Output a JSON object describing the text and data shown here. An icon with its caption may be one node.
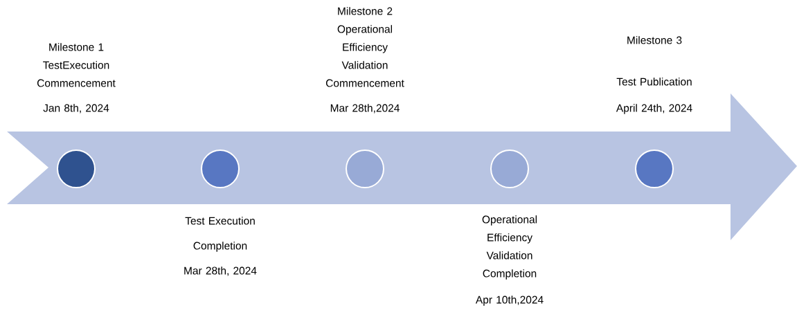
{
  "diagram": {
    "nodes": [
      {
        "text": [],
        "shape": "circle",
        "beside": [
          "Milestone 1 TestExecution Commencement",
          "Jan 8th, 2024"
        ]
      },
      {
        "text": [],
        "shape": "circle",
        "beside": [
          "Test Execution",
          "Completion",
          "Mar 28th, 2024"
        ]
      },
      {
        "text": [],
        "shape": "circle",
        "beside": [
          "Milestone 2 Operational Efficiency Validation Commencement",
          "Mar 28th,2024"
        ]
      },
      {
        "text": [],
        "shape": "circle",
        "beside": [
          "Operational Efficiency Validation Completion",
          "Apr 10th,2024"
        ]
      },
      {
        "text": [],
        "shape": "circle",
        "beside": [
          "Milestone 3",
          "Test Publication",
          "April 24th, 2024"
        ]
      }
    ]
  }
}
